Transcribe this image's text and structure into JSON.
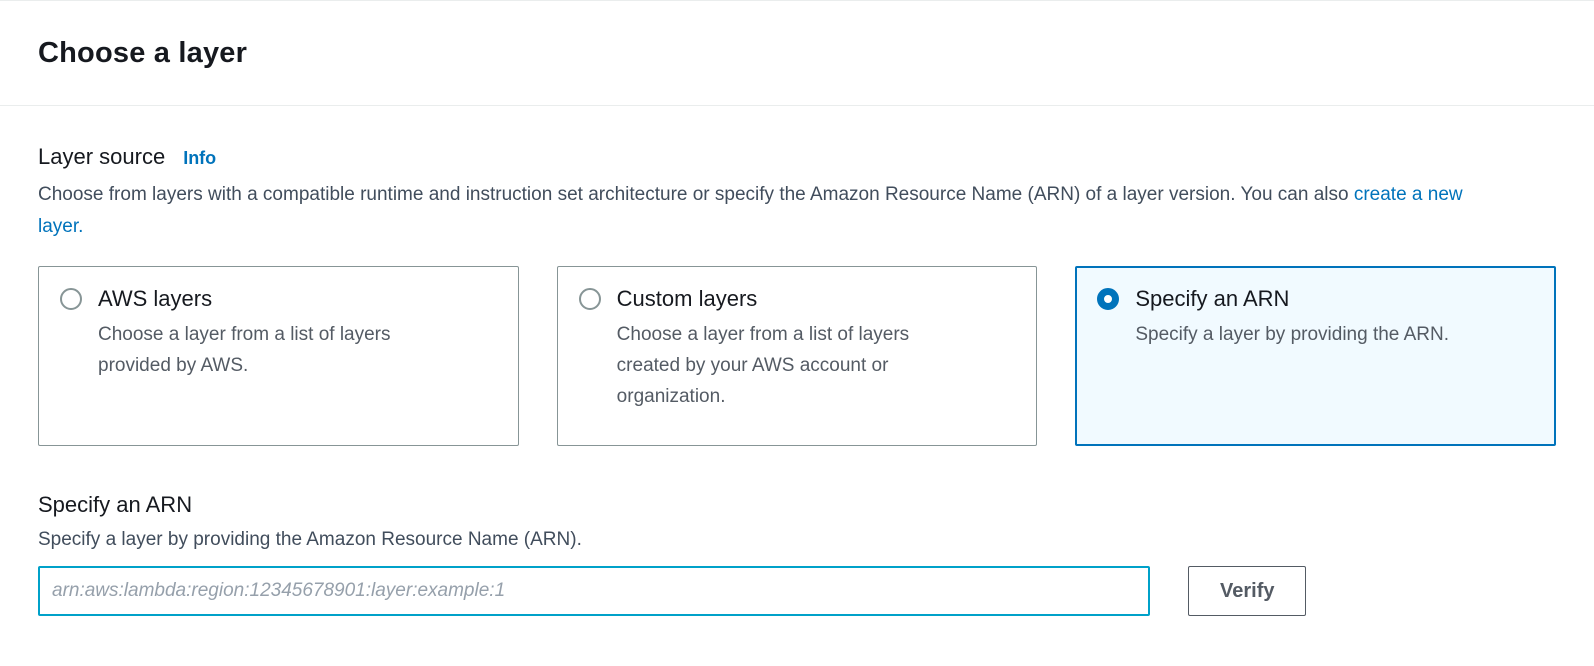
{
  "header": {
    "title": "Choose a layer"
  },
  "layer_source": {
    "label": "Layer source",
    "info_link": "Info",
    "description": "Choose from layers with a compatible runtime and instruction set architecture or specify the Amazon Resource Name (ARN) of a layer version. You can also ",
    "create_link": "create a new layer."
  },
  "options": [
    {
      "title": "AWS layers",
      "description": "Choose a layer from a list of layers provided by AWS.",
      "selected": false
    },
    {
      "title": "Custom layers",
      "description": "Choose a layer from a list of layers created by your AWS account or organization.",
      "selected": false
    },
    {
      "title": "Specify an ARN",
      "description": "Specify a layer by providing the ARN.",
      "selected": true
    }
  ],
  "arn_section": {
    "title": "Specify an ARN",
    "description": "Specify a layer by providing the Amazon Resource Name (ARN).",
    "input_value": "",
    "input_placeholder": "arn:aws:lambda:region:12345678901:layer:example:1",
    "verify_label": "Verify"
  },
  "colors": {
    "link_blue": "#0073bb",
    "selected_tile_border": "#0073bb",
    "selected_tile_bg": "#f1faff",
    "input_focus_border": "#00a1c9"
  }
}
